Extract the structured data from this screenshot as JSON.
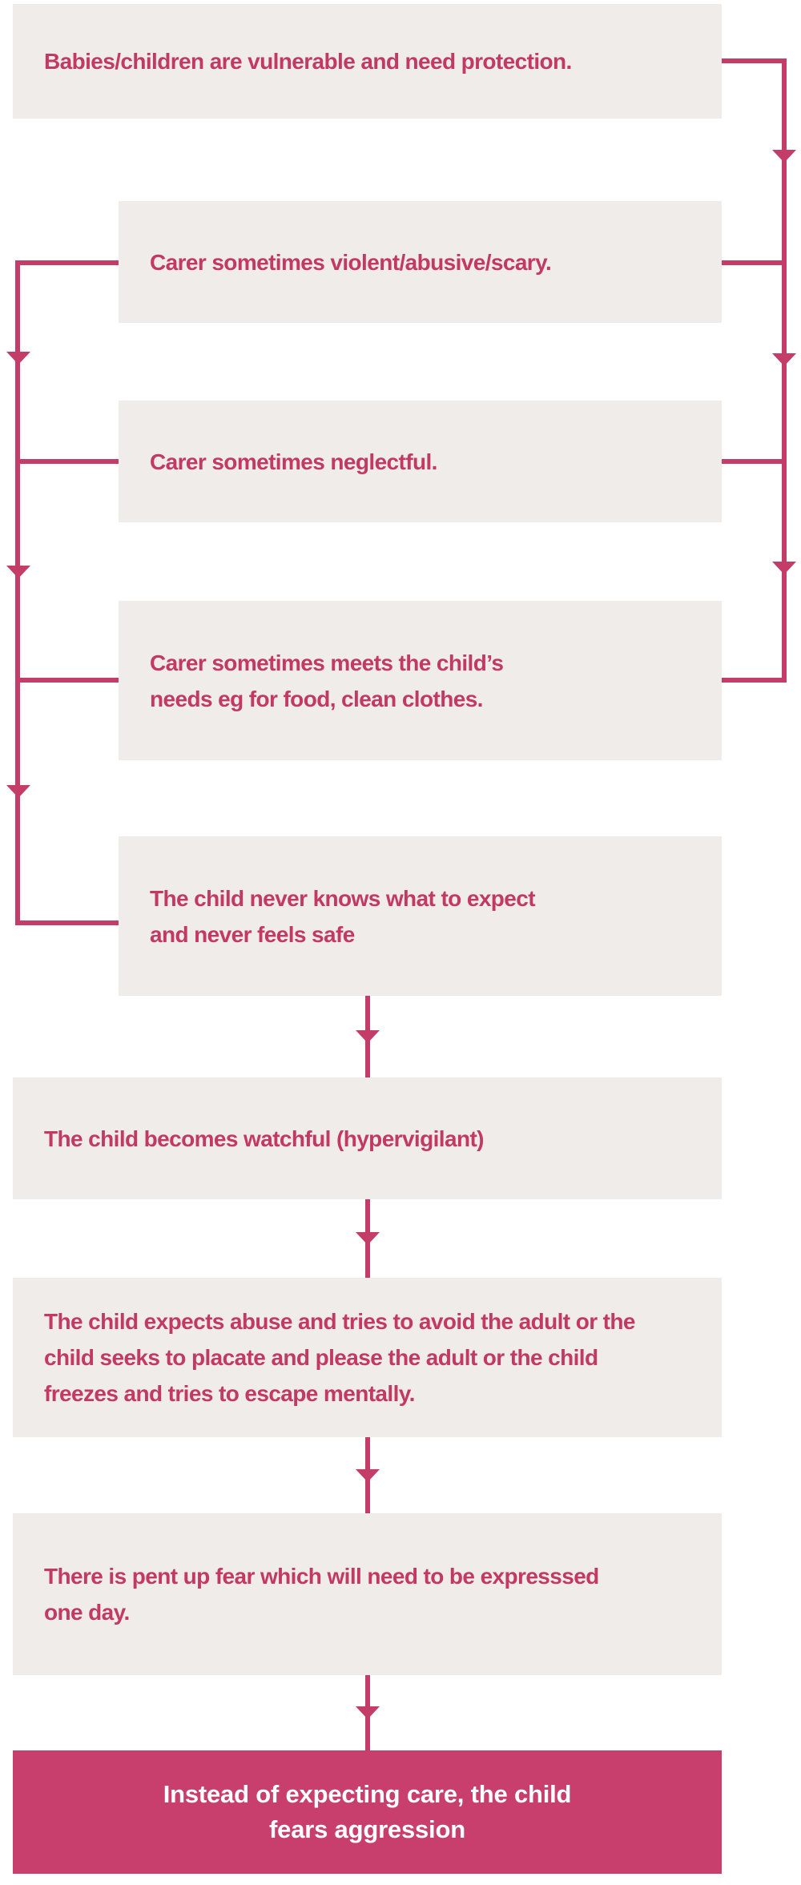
{
  "diagram": {
    "type": "flowchart",
    "colors": {
      "text": "#c23a64",
      "connector": "#c43c68",
      "box_bg": "#f0ece9",
      "final_box_bg": "#c83f6d",
      "final_box_text": "#ffffff",
      "page_bg": "#ffffff"
    },
    "boxes": [
      {
        "id": "babies-vulnerable",
        "text": "Babies/children are vulnerable and need protection."
      },
      {
        "id": "carer-violent",
        "text": "Carer sometimes violent/abusive/scary."
      },
      {
        "id": "carer-neglectful",
        "text": "Carer sometimes neglectful."
      },
      {
        "id": "carer-meets-needs",
        "text": "Carer sometimes meets the child’s\nneeds eg for food, clean clothes."
      },
      {
        "id": "never-knows",
        "text": "The child never knows what to expect\nand never feels safe"
      },
      {
        "id": "hypervigilant",
        "text": "The child becomes watchful (hypervigilant)"
      },
      {
        "id": "expects-abuse",
        "text": "The child expects abuse and tries to avoid the adult or the\nchild seeks to placate and please the adult or the child\nfreezes and tries to escape mentally."
      },
      {
        "id": "pent-up-fear",
        "text": "There is pent up fear which will need to be expresssed\none day."
      },
      {
        "id": "conclusion",
        "text": "Instead of expecting care, the child\nfears aggression"
      }
    ],
    "connections": [
      {
        "from": "babies-vulnerable",
        "to": [
          "carer-violent",
          "carer-neglectful",
          "carer-meets-needs"
        ],
        "via": "right-vertical-line"
      },
      {
        "from": [
          "carer-violent",
          "carer-neglectful",
          "carer-meets-needs"
        ],
        "to": "never-knows",
        "via": "left-vertical-line"
      },
      {
        "from": "never-knows",
        "to": "hypervigilant"
      },
      {
        "from": "hypervigilant",
        "to": "expects-abuse"
      },
      {
        "from": "expects-abuse",
        "to": "pent-up-fear"
      },
      {
        "from": "pent-up-fear",
        "to": "conclusion"
      }
    ]
  }
}
